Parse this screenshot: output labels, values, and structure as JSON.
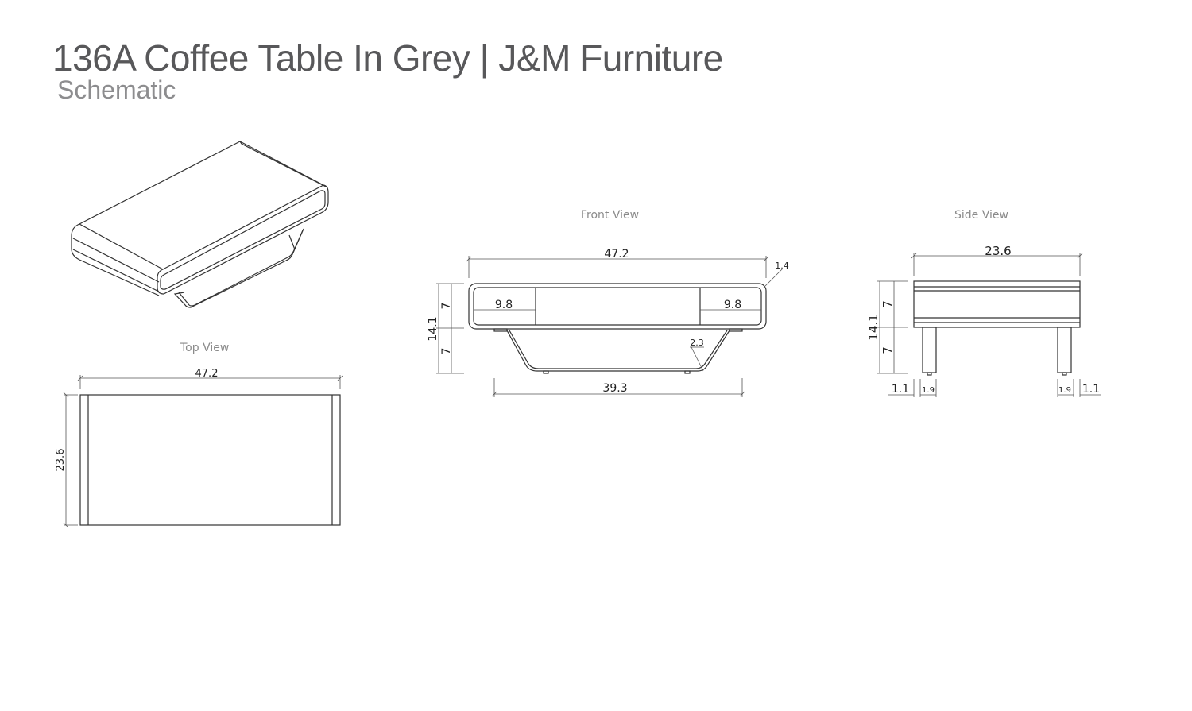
{
  "header": {
    "title": "136A Coffee Table In Grey | J&M Furniture",
    "subtitle": "Schematic"
  },
  "views": {
    "isometric": {
      "label": ""
    },
    "top": {
      "label": "Top View",
      "dims": {
        "width": "47.2",
        "depth": "23.6"
      }
    },
    "front": {
      "label": "Front View",
      "dims": {
        "width": "47.2",
        "corner_radius": "1.4",
        "left_compartment": "9.8",
        "right_compartment": "9.8",
        "height_total": "14.1",
        "height_top": "7",
        "height_bottom": "7",
        "base_radius": "2.3",
        "base_width": "39.3"
      }
    },
    "side": {
      "label": "Side View",
      "dims": {
        "depth": "23.6",
        "height_total": "14.1",
        "height_top": "7",
        "height_bottom": "7",
        "left_offset": "1.1",
        "left_leg": "1.9",
        "right_leg": "1.9",
        "right_offset": "1.1"
      }
    }
  },
  "colors": {
    "title": "#58585a",
    "subtitle": "#8d8d8f",
    "line": "#333333",
    "dim_line": "#555555"
  }
}
